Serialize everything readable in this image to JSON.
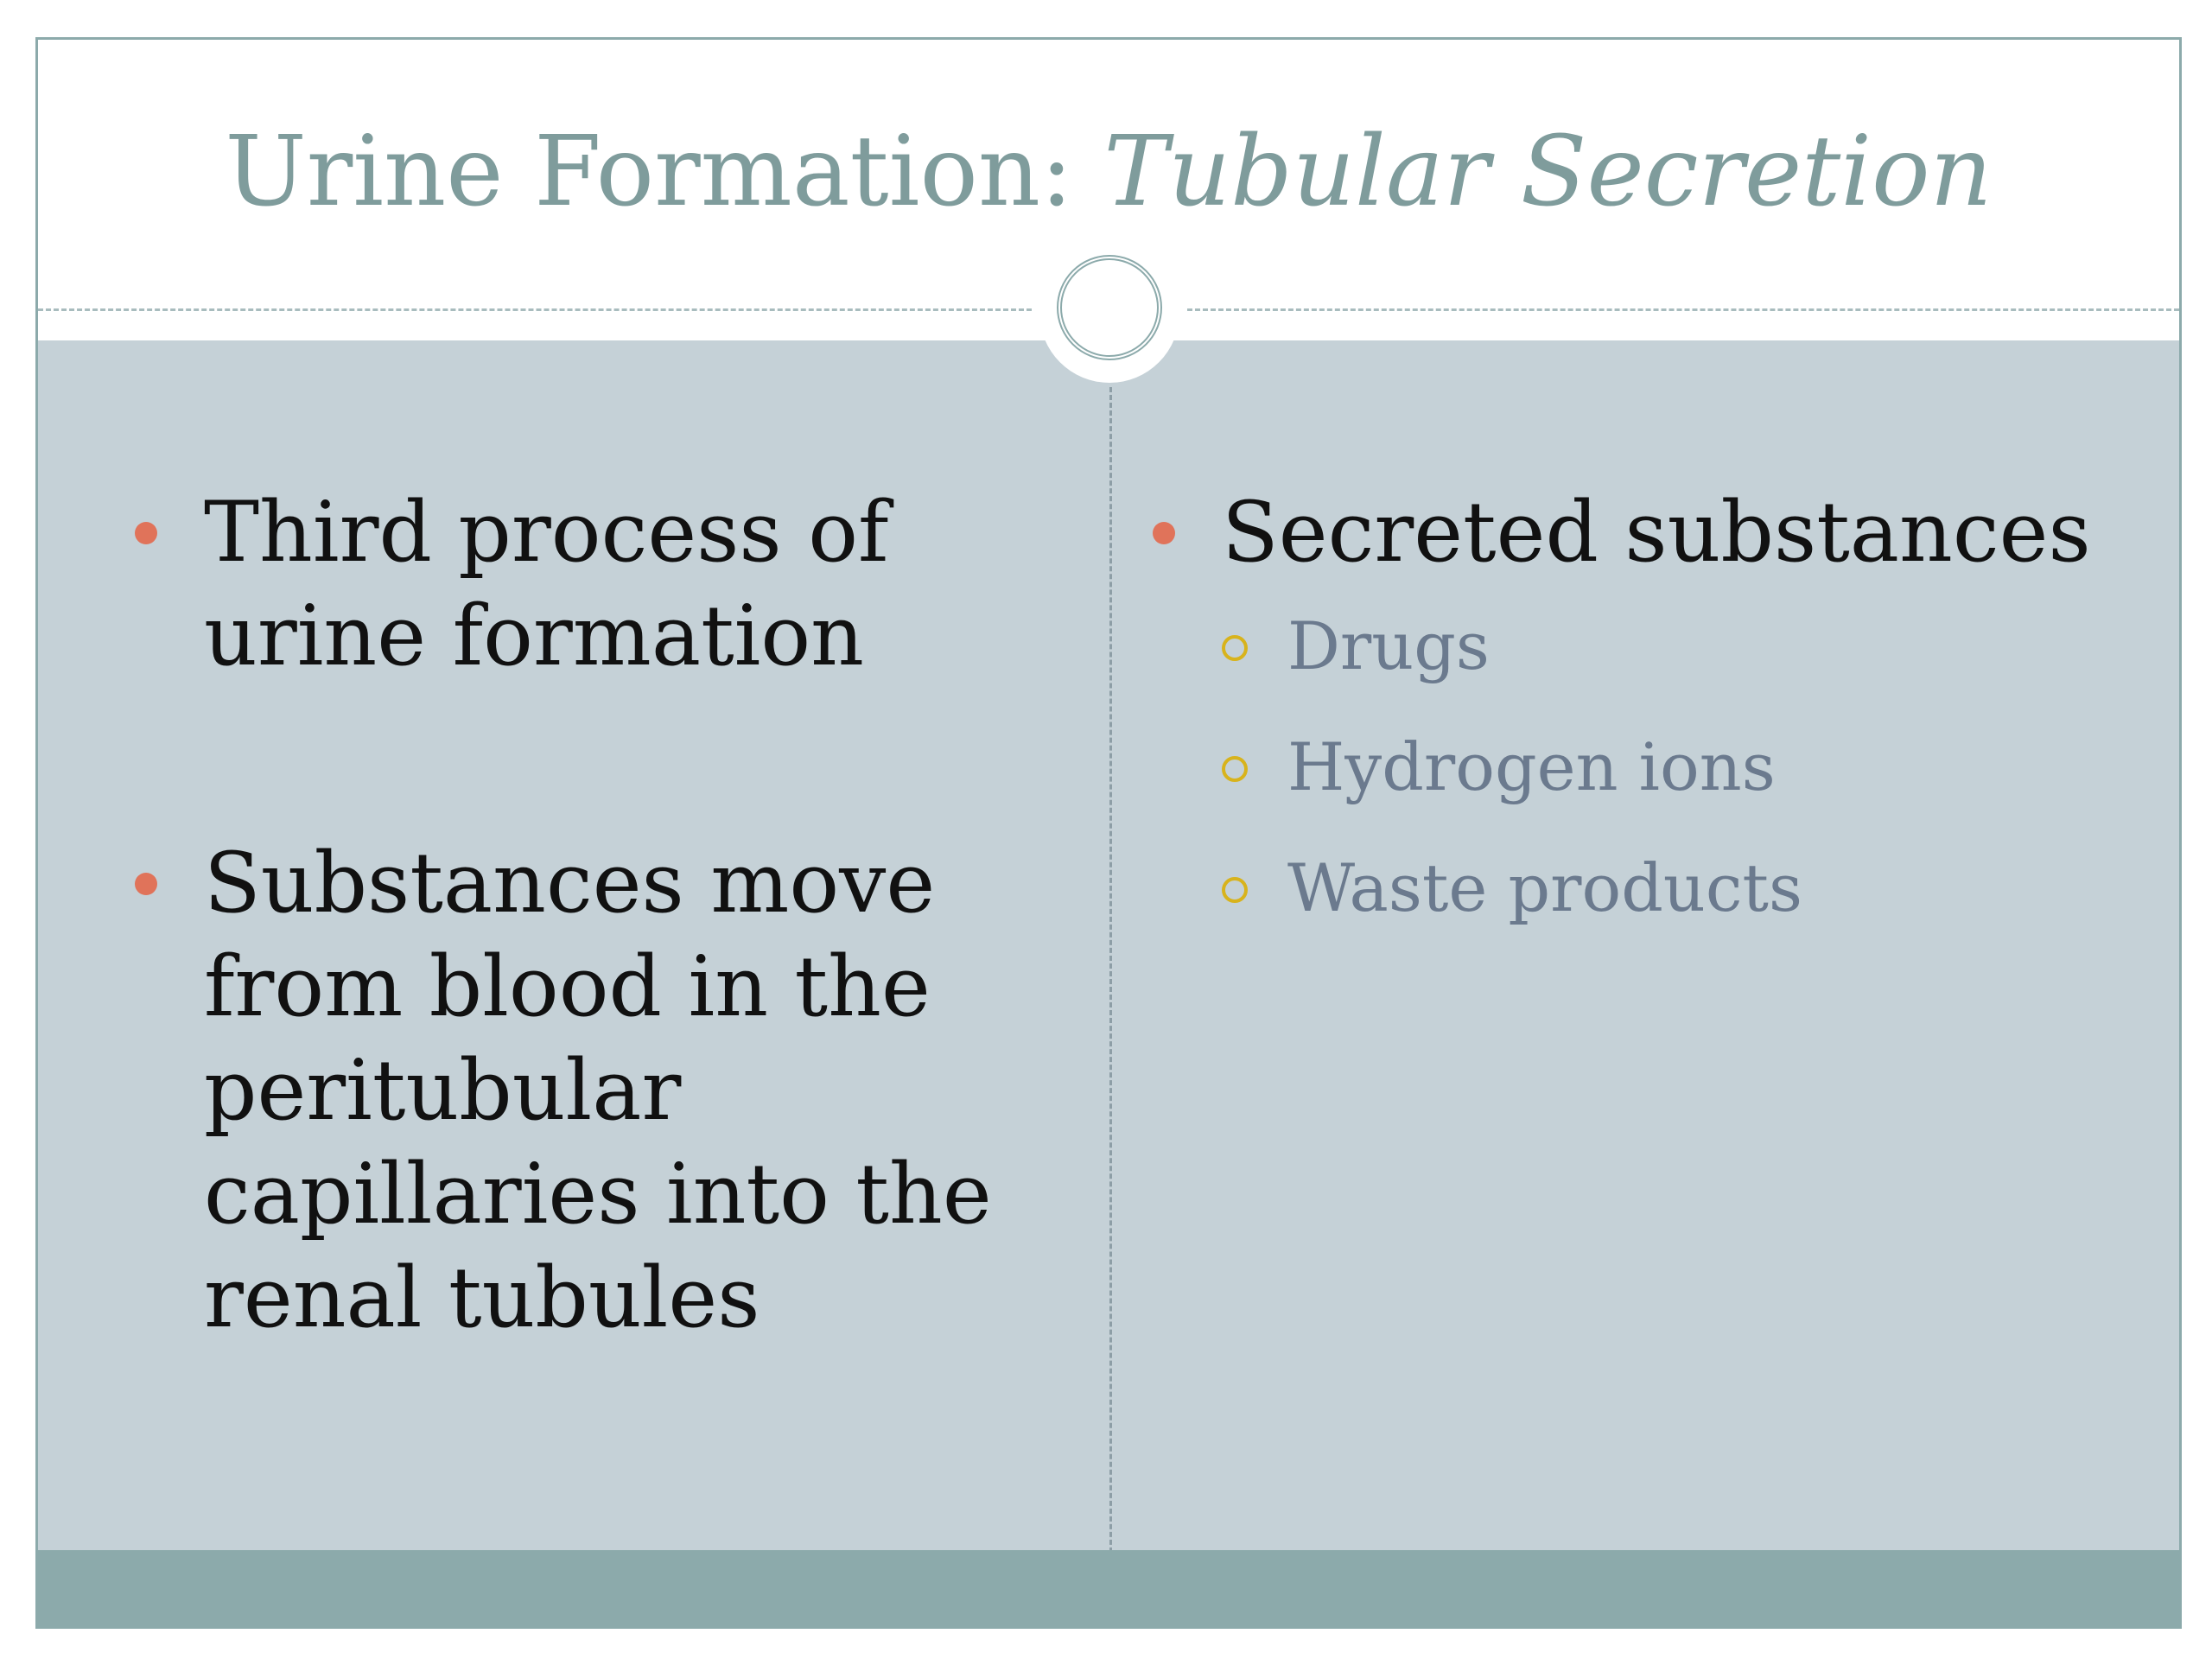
{
  "slide": {
    "title_plain": "Urine Formation: ",
    "title_italic": "Tubular Secretion",
    "left_column": {
      "bullets": [
        {
          "text": "Third process of urine formation"
        },
        {
          "text": "Substances move from blood in the peritubular capillaries into the renal tubules"
        }
      ]
    },
    "right_column": {
      "heading": "Secreted substances",
      "sub_items": [
        {
          "text": "Drugs"
        },
        {
          "text": "Hydrogen ions"
        },
        {
          "text": "Waste products"
        }
      ]
    }
  },
  "colors": {
    "background": "#c5d1d7",
    "title": "#7f9c9c",
    "accent_band": "#8caaab",
    "bullet": "#e0735a",
    "sub_bullet": "#d8b31c",
    "sub_text": "#6b7a8e"
  }
}
